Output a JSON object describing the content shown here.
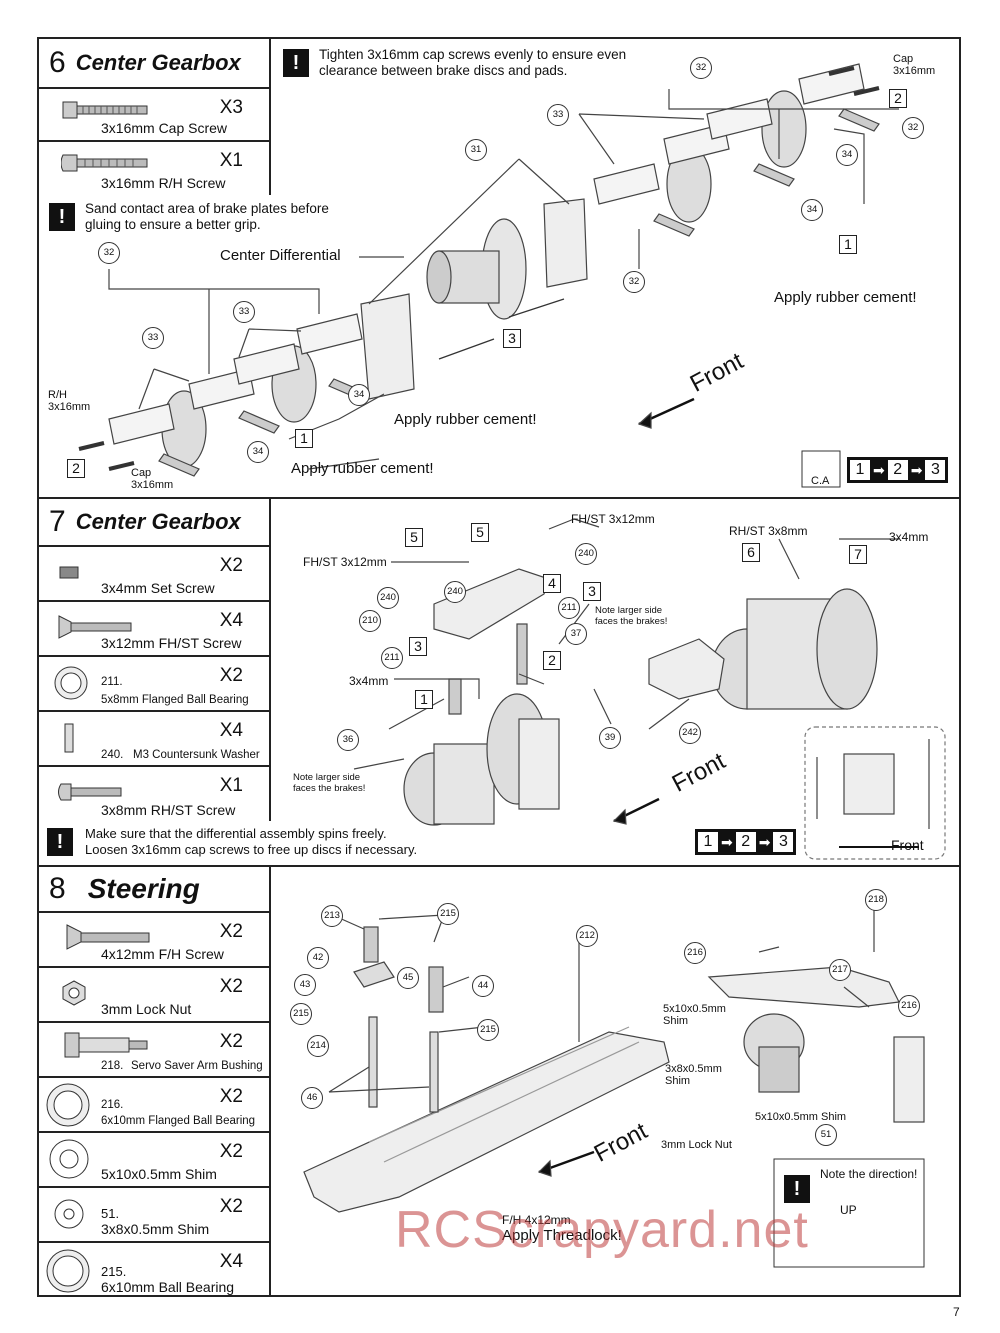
{
  "page_number": "7",
  "watermark": "RCScrapyard.net",
  "step6": {
    "number": "6",
    "title": "Center Gearbox",
    "parts": [
      {
        "qty": "X3",
        "name": "3x16mm Cap Screw",
        "icon": "cap-screw"
      },
      {
        "qty": "X1",
        "name": "3x16mm R/H Screw",
        "icon": "rh-screw"
      }
    ],
    "warning_top": "Tighten 3x16mm cap screws evenly to ensure even clearance between brake discs and pads.",
    "warning_left": "Sand contact area of brake plates before gluing to ensure a better grip.",
    "labels": {
      "center_diff": "Center Differential",
      "rubber_cement_1": "Apply rubber cement!",
      "rubber_cement_2": "Apply rubber cement!",
      "rubber_cement_3": "Apply rubber cement!",
      "front": "Front",
      "rh_screw": "R/H\n3x16mm",
      "cap_left": "Cap\n3x16mm",
      "cap_right": "Cap\n3x16mm",
      "ca": "C.A"
    },
    "callouts": [
      "32",
      "33",
      "31",
      "34",
      "33",
      "32",
      "34",
      "32",
      "34",
      "33",
      "34",
      "32"
    ],
    "step_boxes": [
      "1",
      "2",
      "3",
      "2",
      "1"
    ],
    "sequence": [
      "1",
      "2",
      "3"
    ]
  },
  "step7": {
    "number": "7",
    "title": "Center Gearbox",
    "parts": [
      {
        "qty": "X2",
        "name": "3x4mm Set Screw",
        "num": "",
        "icon": "set-screw"
      },
      {
        "qty": "X4",
        "name": "3x12mm FH/ST Screw",
        "num": "",
        "icon": "fh-screw"
      },
      {
        "qty": "X2",
        "name": "5x8mm Flanged Ball Bearing",
        "num": "211.",
        "icon": "bearing"
      },
      {
        "qty": "X4",
        "name": "M3 Countersunk Washer",
        "num": "240.",
        "icon": "washer-side"
      },
      {
        "qty": "X1",
        "name": "3x8mm RH/ST Screw",
        "num": "",
        "icon": "rh-screw"
      }
    ],
    "warning": "Make sure that the differential assembly spins freely.\nLoosen 3x16mm cap screws to free up discs if necessary.",
    "labels": {
      "fhst_top": "FH/ST 3x12mm",
      "fhst_left": "FH/ST 3x12mm",
      "set_screw": "3x4mm",
      "rhst": "RH/ST 3x8mm",
      "set_screw_right": "3x4mm",
      "note_upper": "Note larger side\nfaces the brakes!",
      "note_lower": "Note larger side\nfaces the brakes!",
      "front": "Front",
      "inset_front": "Front"
    },
    "callouts": [
      "240",
      "240",
      "240",
      "210",
      "211",
      "211",
      "37",
      "36",
      "39",
      "242"
    ],
    "step_boxes": [
      "5",
      "5",
      "4",
      "3",
      "3",
      "2",
      "1",
      "6",
      "7"
    ],
    "sequence": [
      "1",
      "2",
      "3"
    ]
  },
  "step8": {
    "number": "8",
    "title": "Steering",
    "parts": [
      {
        "qty": "X2",
        "name": "4x12mm F/H Screw",
        "num": "",
        "icon": "fh-screw-big"
      },
      {
        "qty": "X2",
        "name": "3mm Lock Nut",
        "num": "",
        "icon": "nut"
      },
      {
        "qty": "X2",
        "name": "Servo Saver Arm Bushing",
        "num": "218.",
        "icon": "bushing"
      },
      {
        "qty": "X2",
        "name": "6x10mm Flanged Ball Bearing",
        "num": "216.",
        "icon": "bearing-big"
      },
      {
        "qty": "X2",
        "name": "5x10x0.5mm Shim",
        "num": "",
        "icon": "shim"
      },
      {
        "qty": "X2",
        "name": "3x8x0.5mm Shim",
        "num": "51.",
        "icon": "shim-small"
      },
      {
        "qty": "X4",
        "name": "6x10mm Ball Bearing",
        "num": "215.",
        "icon": "bearing-big"
      }
    ],
    "labels": {
      "fh_screw": "F/H 4x12mm",
      "threadlock": "Apply Threadlock!",
      "front": "Front",
      "shim_5x10_a": "5x10x0.5mm\nShim",
      "shim_3x8": "3x8x0.5mm\nShim",
      "shim_5x10_b": "5x10x0.5mm Shim",
      "lock_nut": "3mm Lock Nut",
      "note_direction": "Note the direction!",
      "up": "UP"
    },
    "callouts": [
      "213",
      "215",
      "42",
      "43",
      "45",
      "215",
      "214",
      "44",
      "215",
      "46",
      "212",
      "218",
      "216",
      "217",
      "216",
      "51"
    ]
  }
}
